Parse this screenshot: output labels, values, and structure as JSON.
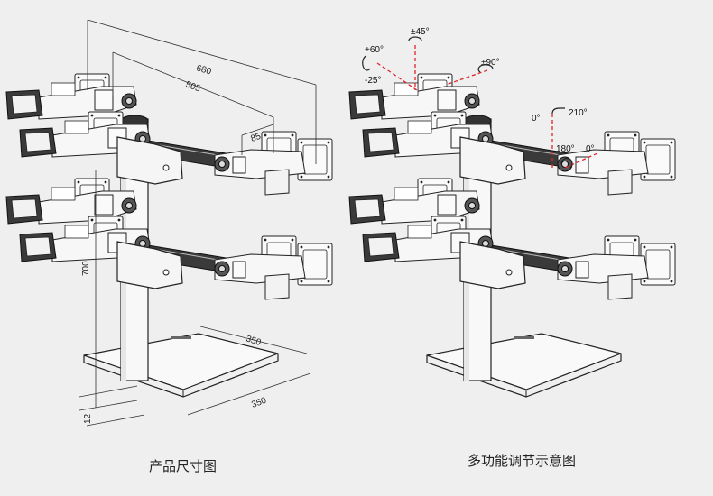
{
  "left": {
    "caption": "产品尺寸图",
    "dims": {
      "d680": "680",
      "d505": "505",
      "d85": "85",
      "d700": "700",
      "d350a": "350",
      "d350b": "350",
      "d12": "12"
    }
  },
  "right": {
    "caption": "多功能调节示意图",
    "angles": {
      "pm45": "±45°",
      "p60": "+60°",
      "m25": "-25°",
      "pm90": "±90°",
      "z1": "0°",
      "a210": "210°",
      "a180": "180°",
      "z2": "0°"
    }
  },
  "colors": {
    "line": "#222222",
    "dim": "#222222",
    "red": "#e0242a",
    "bg": "#efefef"
  }
}
